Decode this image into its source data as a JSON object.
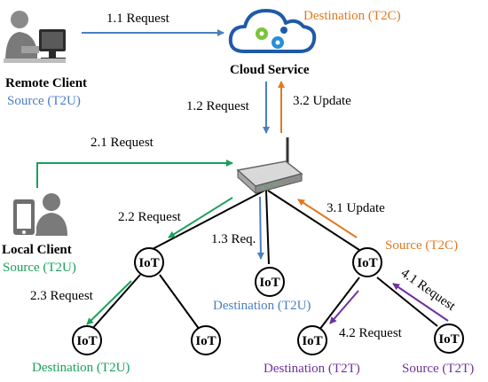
{
  "colors": {
    "blue": "#4a7ec2",
    "orange": "#e07a20",
    "green": "#1aa05a",
    "purple": "#7030a0",
    "black": "#000000"
  },
  "nodes": {
    "remote_client": {
      "title": "Remote Client",
      "role": "Source (T2U)",
      "icon": "person-at-computer-icon"
    },
    "cloud": {
      "title": "Cloud Service",
      "role": "Destination (T2C)",
      "icon": "cloud-gears-icon"
    },
    "router": {
      "icon": "wifi-router-icon"
    },
    "local_client": {
      "title": "Local Client",
      "role": "Source (T2U)",
      "icon": "person-with-phone-icon"
    },
    "iot_label": "IoT",
    "iot_center_role": "Destination (T2U)",
    "iot_right_role": "Source (T2C)",
    "iot_leaf_left_role": "Destination (T2U)",
    "iot_leaf_mid_role": "Destination (T2T)",
    "iot_leaf_right_role": "Source (T2T)"
  },
  "arrows": {
    "a1_1": "1.1 Request",
    "a1_2": "1.2 Request",
    "a1_3": "1.3 Req.",
    "a2_1": "2.1 Request",
    "a2_2": "2.2 Request",
    "a2_3": "2.3 Request",
    "a3_1": "3.1 Update",
    "a3_2": "3.2 Update",
    "a4_1": "4.1 Request",
    "a4_2": "4.2 Request"
  }
}
